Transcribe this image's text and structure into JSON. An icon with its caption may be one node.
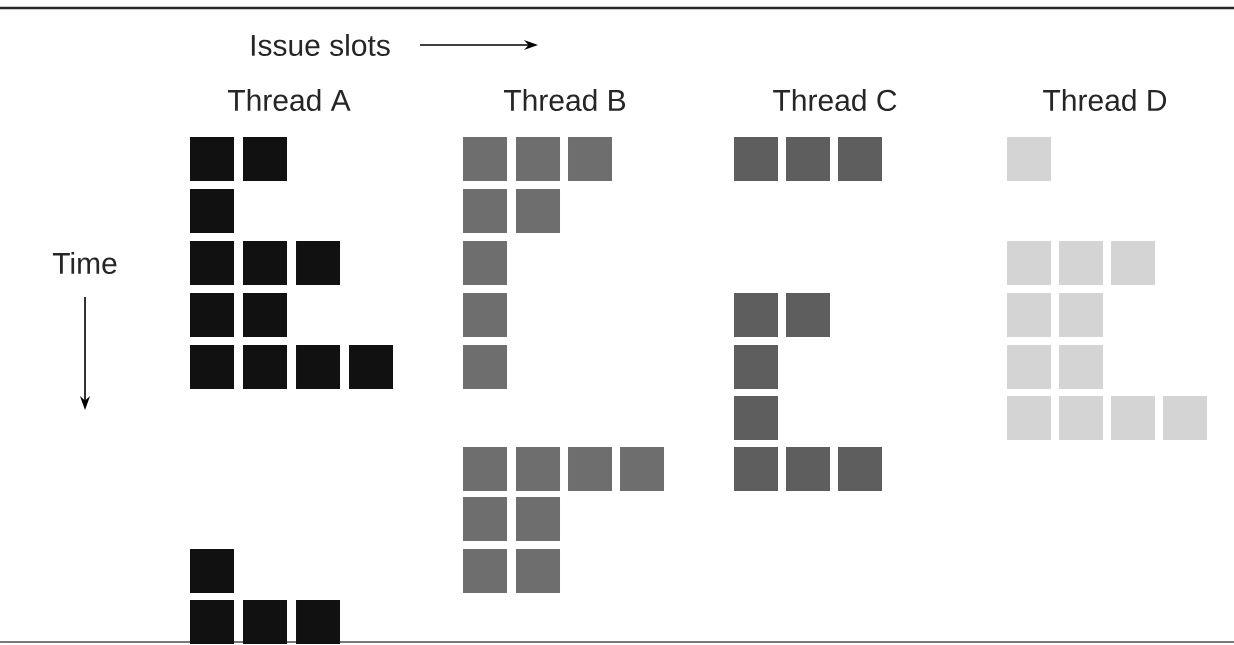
{
  "diagram": {
    "nodes": [
      {
        "text": [],
        "shape": "box"
      },
      {
        "text": [],
        "shape": "box"
      },
      {
        "text": [],
        "shape": "box"
      },
      {
        "text": [],
        "shape": "box"
      },
      {
        "text": [],
        "shape": "box"
      },
      {
        "text": [],
        "shape": "box"
      },
      {
        "text": [],
        "shape": "box"
      },
      {
        "text": [],
        "shape": "box"
      },
      {
        "text": [],
        "shape": "box"
      },
      {
        "text": [],
        "shape": "box"
      },
      {
        "text": [],
        "shape": "box"
      },
      {
        "text": [],
        "shape": "box"
      },
      {
        "text": [],
        "shape": "box"
      },
      {
        "text": [],
        "shape": "box"
      },
      {
        "text": [],
        "shape": "box"
      },
      {
        "text": [],
        "shape": "box"
      },
      {
        "text": [],
        "shape": "box"
      },
      {
        "text": [],
        "shape": "box"
      },
      {
        "text": [],
        "shape": "box"
      },
      {
        "text": [],
        "shape": "box"
      },
      {
        "text": [],
        "shape": "box"
      },
      {
        "text": [],
        "shape": "box"
      },
      {
        "text": [],
        "shape": "box"
      },
      {
        "text": [],
        "shape": "box"
      },
      {
        "text": [],
        "shape": "box"
      },
      {
        "text": [],
        "shape": "box"
      },
      {
        "text": [],
        "shape": "box"
      },
      {
        "text": [],
        "shape": "box"
      },
      {
        "text": [],
        "shape": "box"
      },
      {
        "text": [],
        "shape": "box"
      },
      {
        "text": [],
        "shape": "box"
      },
      {
        "text": [],
        "shape": "box"
      },
      {
        "text": [],
        "shape": "box"
      },
      {
        "text": [],
        "shape": "box"
      },
      {
        "text": [],
        "shape": "box"
      },
      {
        "text": [],
        "shape": "box"
      },
      {
        "text": [],
        "shape": "box"
      },
      {
        "text": [],
        "shape": "box"
      },
      {
        "text": [],
        "shape": "box"
      },
      {
        "text": [],
        "shape": "box"
      },
      {
        "text": [],
        "shape": "box"
      },
      {
        "text": [],
        "shape": "box"
      },
      {
        "text": [],
        "shape": "box"
      },
      {
        "text": [],
        "shape": "box"
      },
      {
        "text": [],
        "shape": "box"
      },
      {
        "text": [],
        "shape": "box"
      },
      {
        "text": [],
        "shape": "box"
      },
      {
        "text": [],
        "shape": "box"
      },
      {
        "text": [],
        "shape": "box"
      },
      {
        "text": [],
        "shape": "box"
      },
      {
        "text": [],
        "shape": "box"
      },
      {
        "text": [],
        "shape": "box"
      },
      {
        "text": [],
        "shape": "box"
      },
      {
        "text": [],
        "shape": "box"
      }
    ],
    "labels": [
      "Issue slots",
      "Thread A",
      "Thread B",
      "Thread C",
      "Thread D",
      "Time"
    ]
  }
}
